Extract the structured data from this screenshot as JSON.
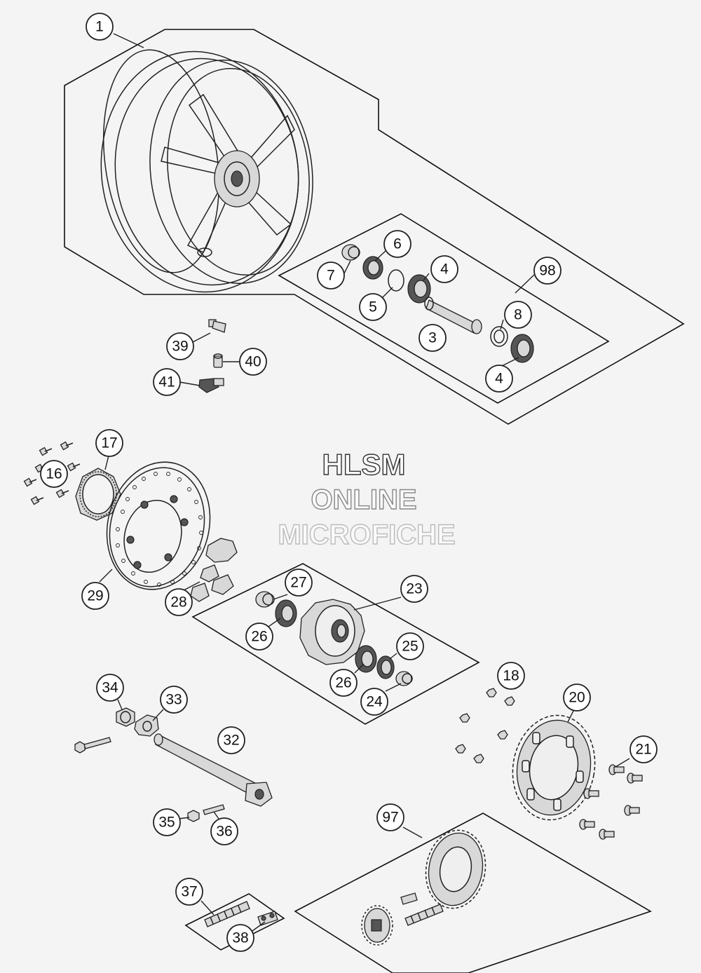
{
  "watermark": {
    "line1": "HLSM",
    "line2": "ONLINE",
    "line3": "MICROFICHE",
    "colors": [
      "#333333",
      "#888888",
      "#bbbbbb"
    ]
  },
  "callouts": {
    "c1": "1",
    "c3": "3",
    "c4a": "4",
    "c4b": "4",
    "c5": "5",
    "c6": "6",
    "c7": "7",
    "c8": "8",
    "c98": "98",
    "c39": "39",
    "c40": "40",
    "c41": "41",
    "c16": "16",
    "c17": "17",
    "c29": "29",
    "c28": "28",
    "c27": "27",
    "c23": "23",
    "c26a": "26",
    "c26b": "26",
    "c25": "25",
    "c24": "24",
    "c18": "18",
    "c20": "20",
    "c21": "21",
    "c34": "34",
    "c33": "33",
    "c32": "32",
    "c35": "35",
    "c36": "36",
    "c97": "97",
    "c37": "37",
    "c38": "38"
  },
  "icons": {
    "rear-wheel": "rear-wheel-icon",
    "brake-disc": "brake-disc-icon",
    "sprocket": "sprocket-icon",
    "bearing": "bearing-icon",
    "bolt": "bolt-icon",
    "nut": "nut-icon",
    "chain": "chain-icon"
  }
}
